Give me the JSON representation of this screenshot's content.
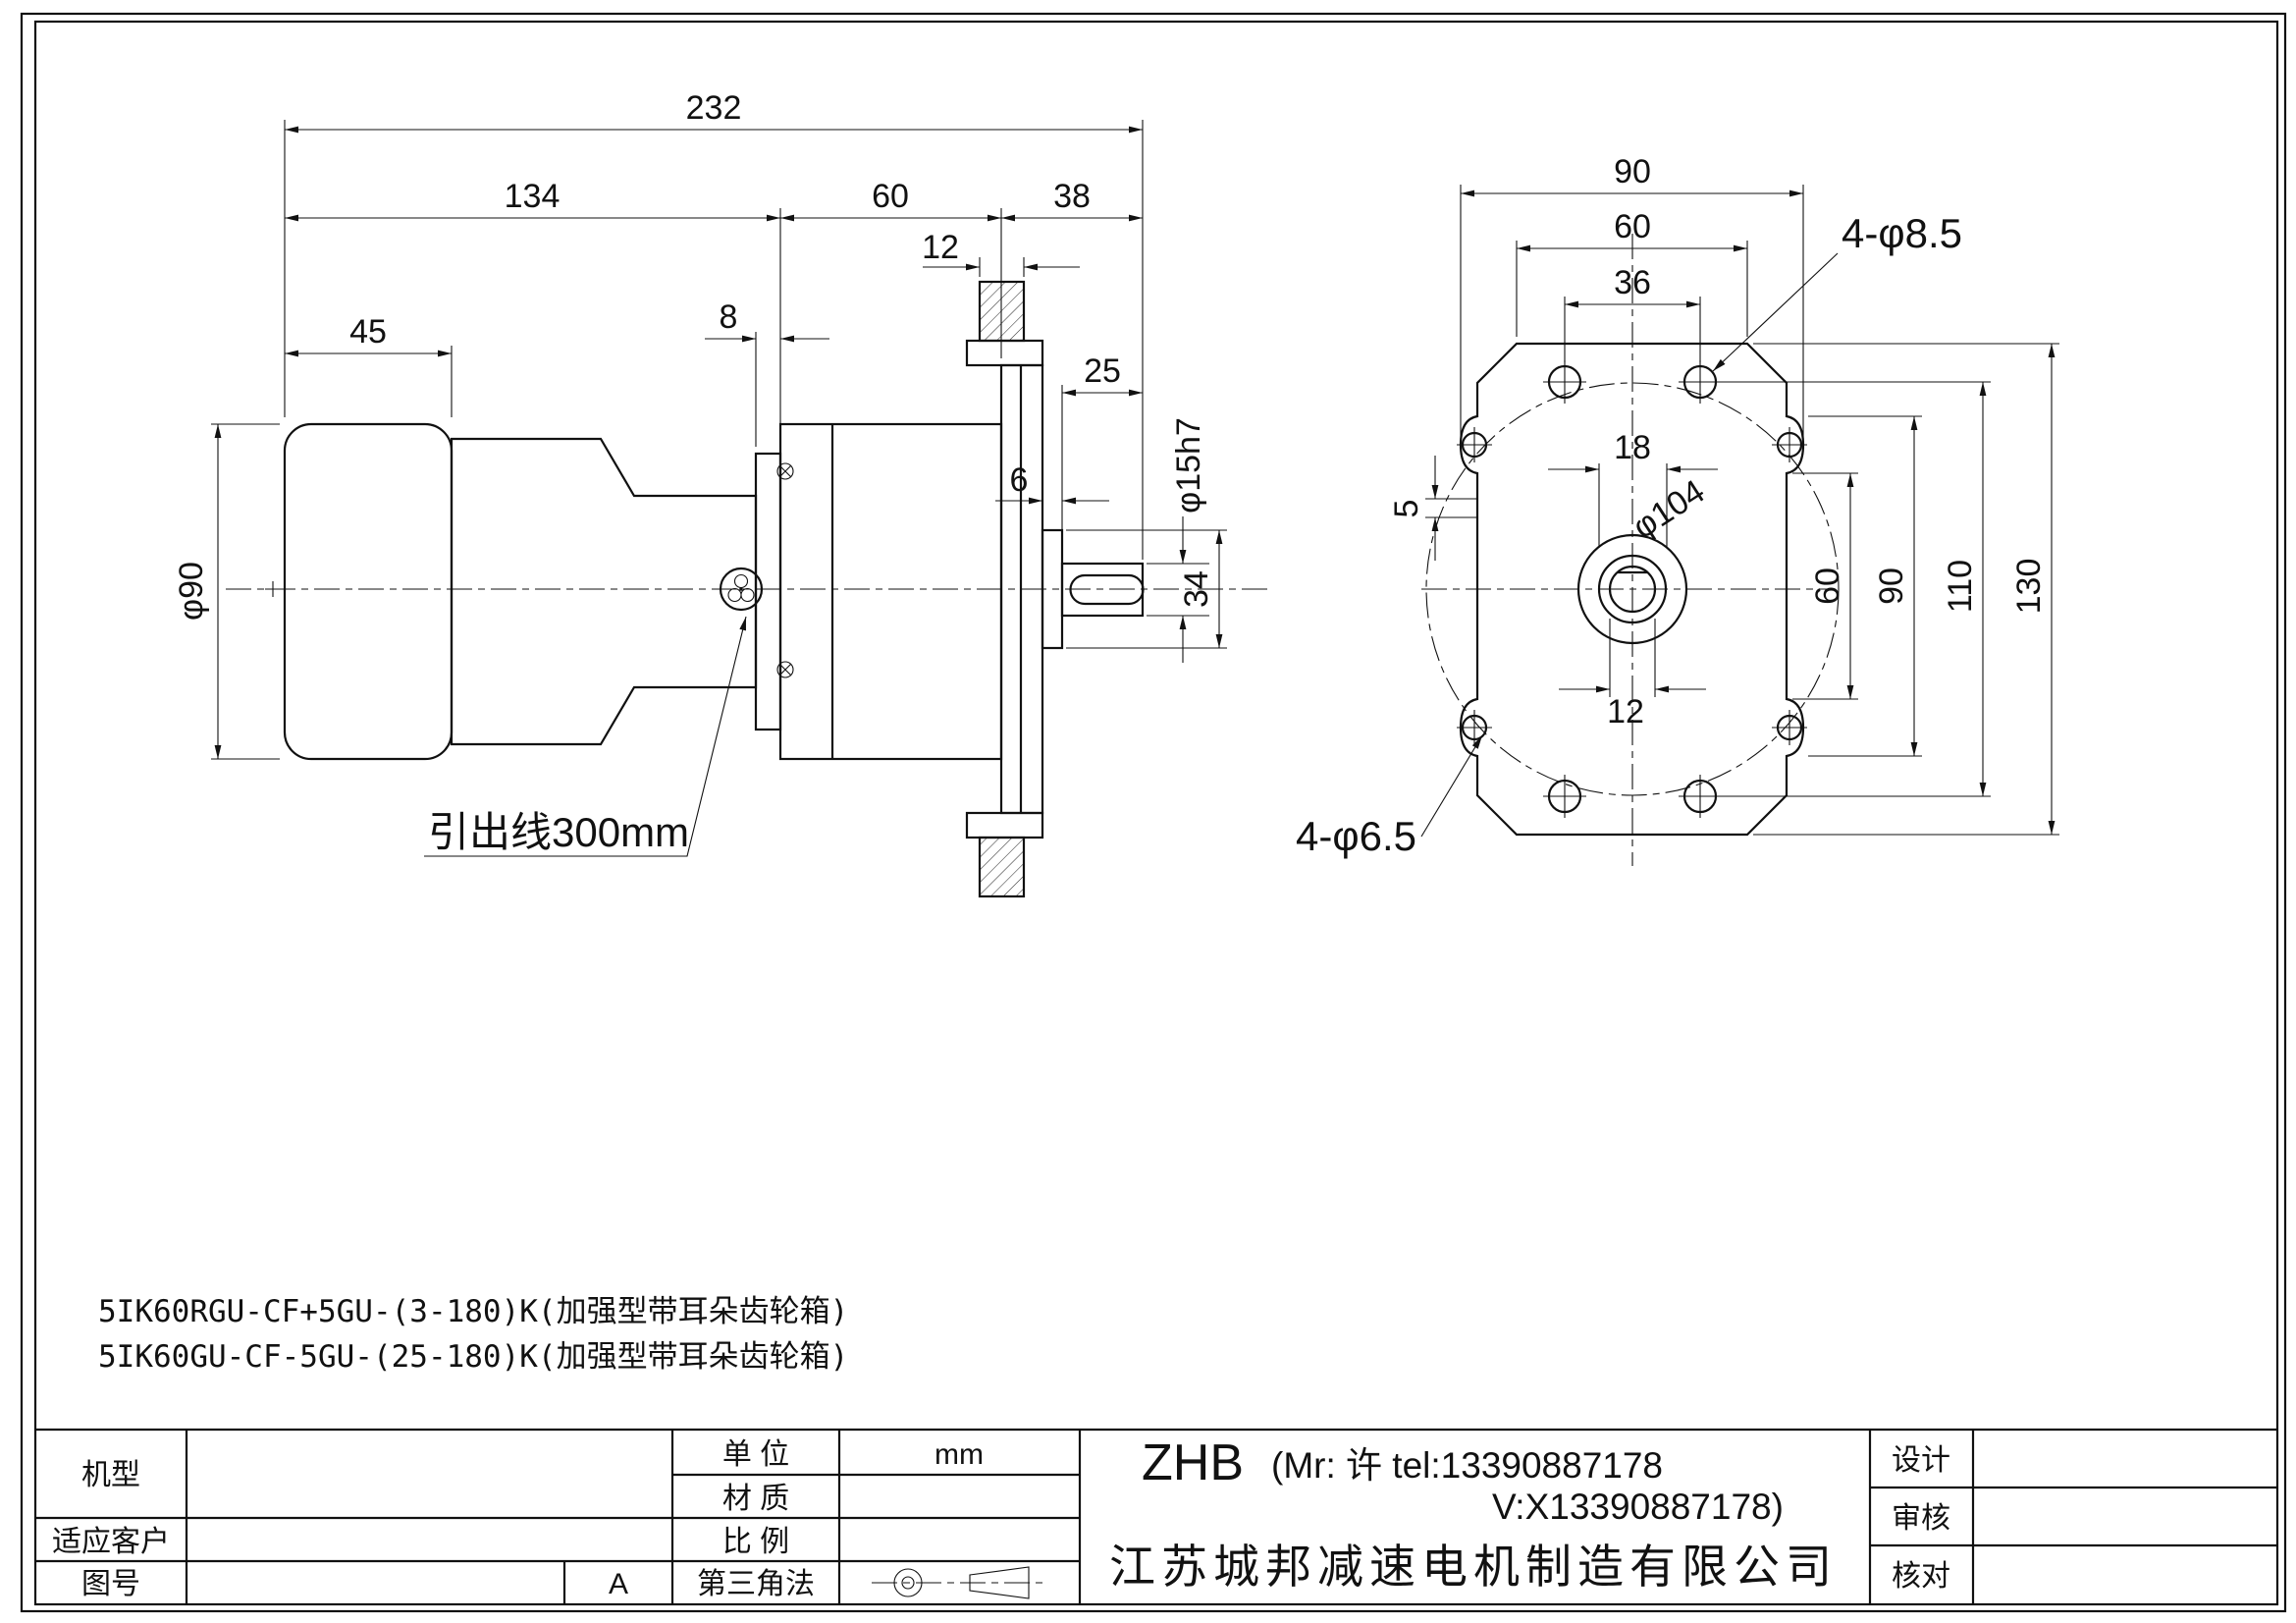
{
  "sheet": {
    "model_notes": [
      "5IK60RGU-CF+5GU-(3-180)K(加强型带耳朵齿轮箱)",
      "5IK60GU-CF-5GU-(25-180)K(加强型带耳朵齿轮箱)"
    ]
  },
  "side_view": {
    "dims": {
      "overall_length": "232",
      "motor_length": "134",
      "gearbox_length": "60",
      "shaft_extension": "38",
      "ear_thickness": "12",
      "rear_cover_length": "45",
      "flange_thickness": "8",
      "key_length": "25",
      "shaft_step": "6",
      "shaft_diameter": "φ15h7",
      "boss_height": "34",
      "motor_diameter": "φ90",
      "lead_wire_note": "引出线300mm"
    }
  },
  "front_view": {
    "dims": {
      "overall_width": "90",
      "top_face_width": "60",
      "hole_spacing_horizontal": "36",
      "corner_holes": "4-φ8.5",
      "hub_width": "18",
      "bolt_circle": "φ104",
      "ear_offset": "5",
      "ear_inner_span": "60",
      "ear_outer_span": "90",
      "hole_spacing_vertical": "110",
      "overall_height": "130",
      "bore_width": "12",
      "ear_holes": "4-φ6.5"
    }
  },
  "title_block": {
    "machine_type_label": "机型",
    "customer_label": "适应客户",
    "drawing_no_label": "图号",
    "revision": "A",
    "unit_label": "单 位",
    "unit_value": "mm",
    "material_label": "材 质",
    "scale_label": "比 例",
    "projection_label": "第三角法",
    "brand": "ZHB",
    "contact_line1": "(Mr: 许 tel:13390887178",
    "contact_line2": "V:X13390887178)",
    "company": "江苏城邦减速电机制造有限公司",
    "design_label": "设计",
    "review_label": "审核",
    "check_label": "核对"
  }
}
